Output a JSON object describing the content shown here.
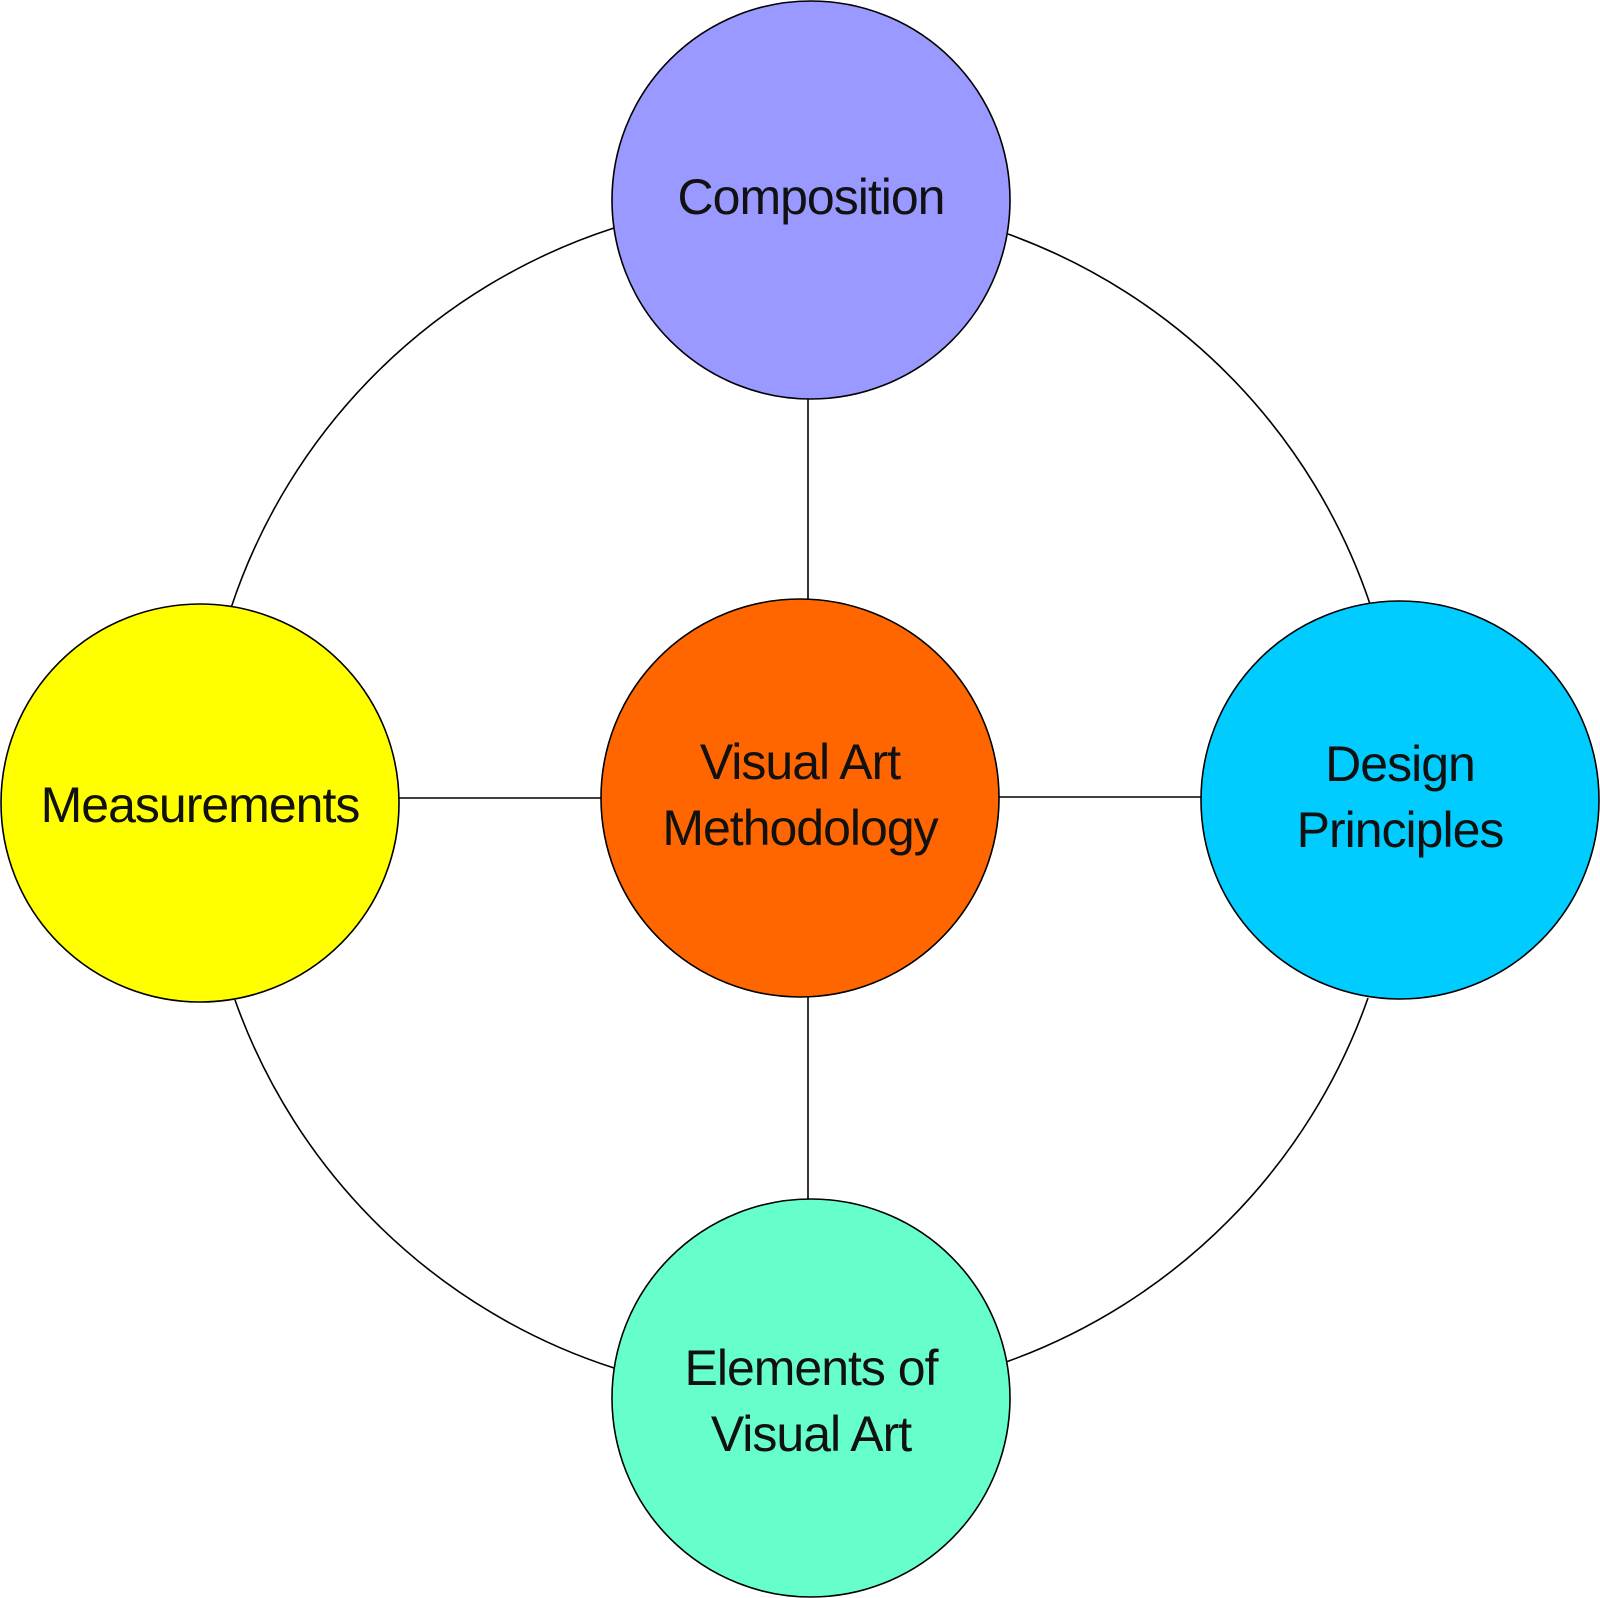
{
  "diagram": {
    "center": {
      "lines": [
        "Visual Art",
        "Methodology"
      ],
      "color": "#ff6600"
    },
    "nodes": [
      {
        "id": "composition",
        "lines": [
          "Composition"
        ],
        "color": "#9999ff"
      },
      {
        "id": "design-principles",
        "lines": [
          "Design",
          "Principles"
        ],
        "color": "#00ccff"
      },
      {
        "id": "elements-of-visual-art",
        "lines": [
          "Elements of",
          "Visual Art"
        ],
        "color": "#66ffcc"
      },
      {
        "id": "measurements",
        "lines": [
          "Measurements"
        ],
        "color": "#ffff00"
      }
    ],
    "line_color": "#000000",
    "background": "#ffffff"
  }
}
